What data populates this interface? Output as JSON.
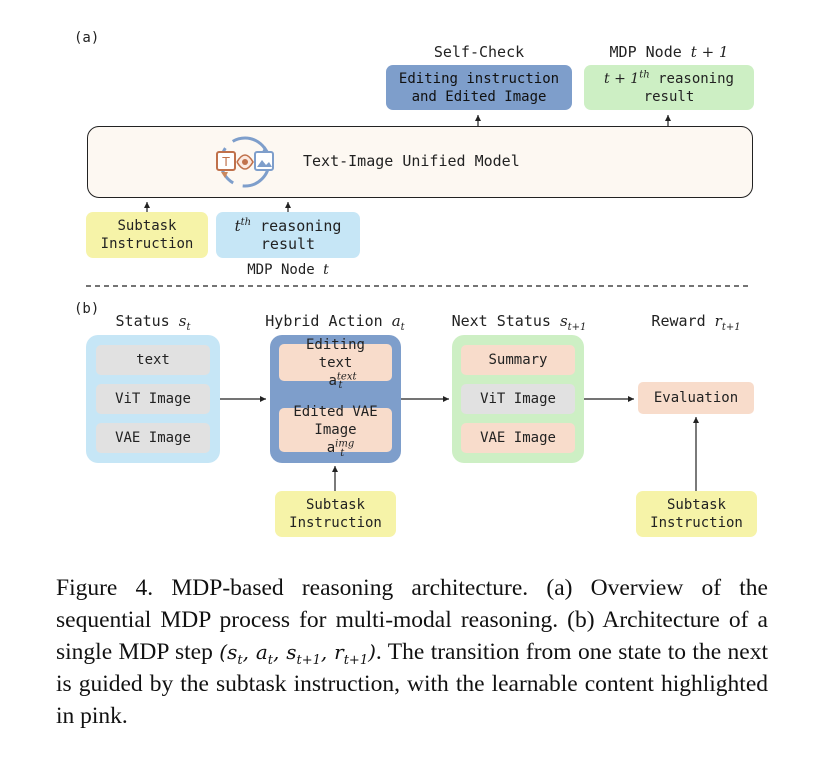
{
  "panel_a": {
    "label": "(a)",
    "self_check_title": "Self-Check",
    "self_check_box": [
      "Editing instruction",
      "and Edited Image"
    ],
    "next_node_title": "MDP Node ",
    "next_node_var": "t + 1",
    "next_reasoning_prefix": "t + 1",
    "next_reasoning_sup": "th",
    "next_reasoning_suffix": " reasoning",
    "next_reasoning_line2": "result",
    "model_label": "Text-Image Unified Model",
    "subtask_box": [
      "Subtask",
      "Instruction"
    ],
    "reasoning_prefix": "t",
    "reasoning_sup": "th",
    "reasoning_suffix": " reasoning",
    "reasoning_line2": "result",
    "node_label": "MDP Node ",
    "node_var": "t"
  },
  "panel_b": {
    "label": "(b)",
    "status_title": "Status ",
    "status_var": "s",
    "status_sub": "t",
    "status_items": [
      "text",
      "ViT Image",
      "VAE Image"
    ],
    "action_title": "Hybrid Action ",
    "action_var": "a",
    "action_sub": "t",
    "action_edit_text": "Editing",
    "action_edit_text2": "text a",
    "action_edit_sup": "text",
    "action_edit_sub": "t",
    "action_vae1": "Edited VAE",
    "action_vae2": "Image a",
    "action_vae_sup": "img",
    "action_vae_sub": "t",
    "next_title": "Next Status ",
    "next_var": "s",
    "next_sub": "t+1",
    "next_items": [
      "Summary",
      "ViT Image",
      "VAE Image"
    ],
    "reward_title": "Reward ",
    "reward_var": "r",
    "reward_sub": "t+1",
    "evaluation_label": "Evaluation",
    "subtask_action": [
      "Subtask",
      "Instruction"
    ],
    "subtask_reward": [
      "Subtask",
      "Instruction"
    ]
  },
  "caption": {
    "p1": "Figure 4. MDP-based reasoning architecture. (a) Overview of the sequential MDP process for multi-modal reasoning. (b) Architecture of a single MDP step ",
    "math": "(s",
    "m_t1": "t",
    "m_comma1": ", a",
    "m_t2": "t",
    "m_comma2": ", s",
    "m_t3": "t+1",
    "m_comma3": ", r",
    "m_t4": "t+1",
    "m_close": ")",
    "p2": ". The transition from one state to the next is guided by the subtask instruction, with the learnable content highlighted in pink."
  },
  "colors": {
    "yellow": "#f6f3a8",
    "light_blue": "#c6e6f6",
    "light_green": "#cdefc4",
    "steel_blue": "#7e9ecb",
    "pink": "#f8dccb",
    "gray": "#e1e1e1",
    "model_fill": "#fdf8f2"
  }
}
